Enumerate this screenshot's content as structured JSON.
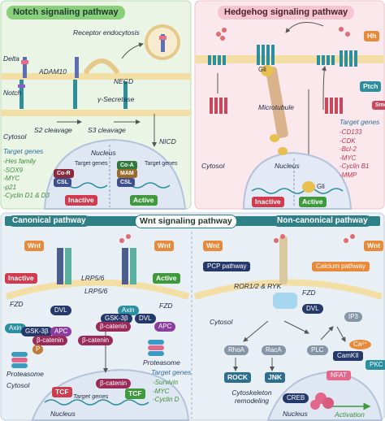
{
  "notch": {
    "title": "Notch signaling pathway",
    "receptor_endocytosis": "Receptor endocytosis",
    "delta": "Delta",
    "adam10": "ADAM10",
    "necd": "NECD",
    "notch": "Notch",
    "gamma_secretase": "γ-Secretase",
    "s2": "S2 cleavage",
    "s3": "S3 cleavage",
    "cytosol": "Cytosol",
    "nicd": "NICD",
    "nucleus": "Nucleus",
    "target_genes_label": "Target genes",
    "target_genes": [
      "-Hes family",
      "-SOX9",
      "-MYC",
      "-p21",
      "-Cyclin D1 & D3"
    ],
    "cor": "Co-R",
    "csl": "CSL",
    "coa": "Co-A",
    "mam": "MAM",
    "tg_inner": "Target genes",
    "inactive": "Inactive",
    "active": "Active"
  },
  "hedgehog": {
    "title": "Hedgehog signaling pathway",
    "hh": "Hh",
    "gli": "Gli",
    "ptch": "Ptch",
    "smo": "Smo",
    "microtubule": "Microtubule",
    "cytosol": "Cytosol",
    "nucleus": "Nucleus",
    "target_genes_label": "Target genes",
    "target_genes": [
      "-CD133",
      "-CDK",
      "-Bcl-2",
      "-MYC",
      "-Cyclin B1",
      "-MMP"
    ],
    "inactive": "Inactive",
    "active": "Active"
  },
  "wnt": {
    "title": "Wnt signaling pathway",
    "canonical_title": "Canonical pathway",
    "noncanonical_title": "Non-canonical pathway",
    "wnt": "Wnt",
    "inactive": "Inactive",
    "active": "Active",
    "lrp": "LRP5/6",
    "fzd": "FZD",
    "dvl": "DVL",
    "axin": "Axin",
    "gsk3b": "GSK-3β",
    "apc": "APC",
    "bcat": "β-catenin",
    "p": "P",
    "proteasome": "Proteasome",
    "cytosol": "Cytosol",
    "tcf": "TCF",
    "target_genes": "Target genes",
    "nucleus": "Nucleus",
    "target_genes_label": "Target genes",
    "target_list": [
      "-Survivin",
      "-MYC",
      "-Cyclin D"
    ],
    "pcp": "PCP pathway",
    "calcium": "Calcium pathway",
    "ror": "ROR1/2 & RYK",
    "rhoa": "RhoA",
    "raca": "RacA",
    "rock": "ROCK",
    "jnk": "JNK",
    "plc": "PLC",
    "ip3": "IP3",
    "ca": "Ca²⁺",
    "camkii": "CamKII",
    "pkc": "PKC",
    "nfat": "NFAT",
    "creb": "CREB",
    "activation": "Activation",
    "cyto_remodel": "Cytoskeleton remodeling"
  },
  "colors": {
    "notch_bg": "#e9f4e4",
    "hedgehog_bg": "#fbe6ea",
    "wnt_bg": "#e7eef4",
    "title_green": "#8ad07c",
    "title_pink": "#f5c6d0",
    "wnt_bar": "#2f7f86",
    "inactive_red": "#d23a4e",
    "active_green": "#3f9a3c",
    "navy": "#25386a",
    "teal": "#2b8fa0",
    "orange": "#e98a3a"
  }
}
